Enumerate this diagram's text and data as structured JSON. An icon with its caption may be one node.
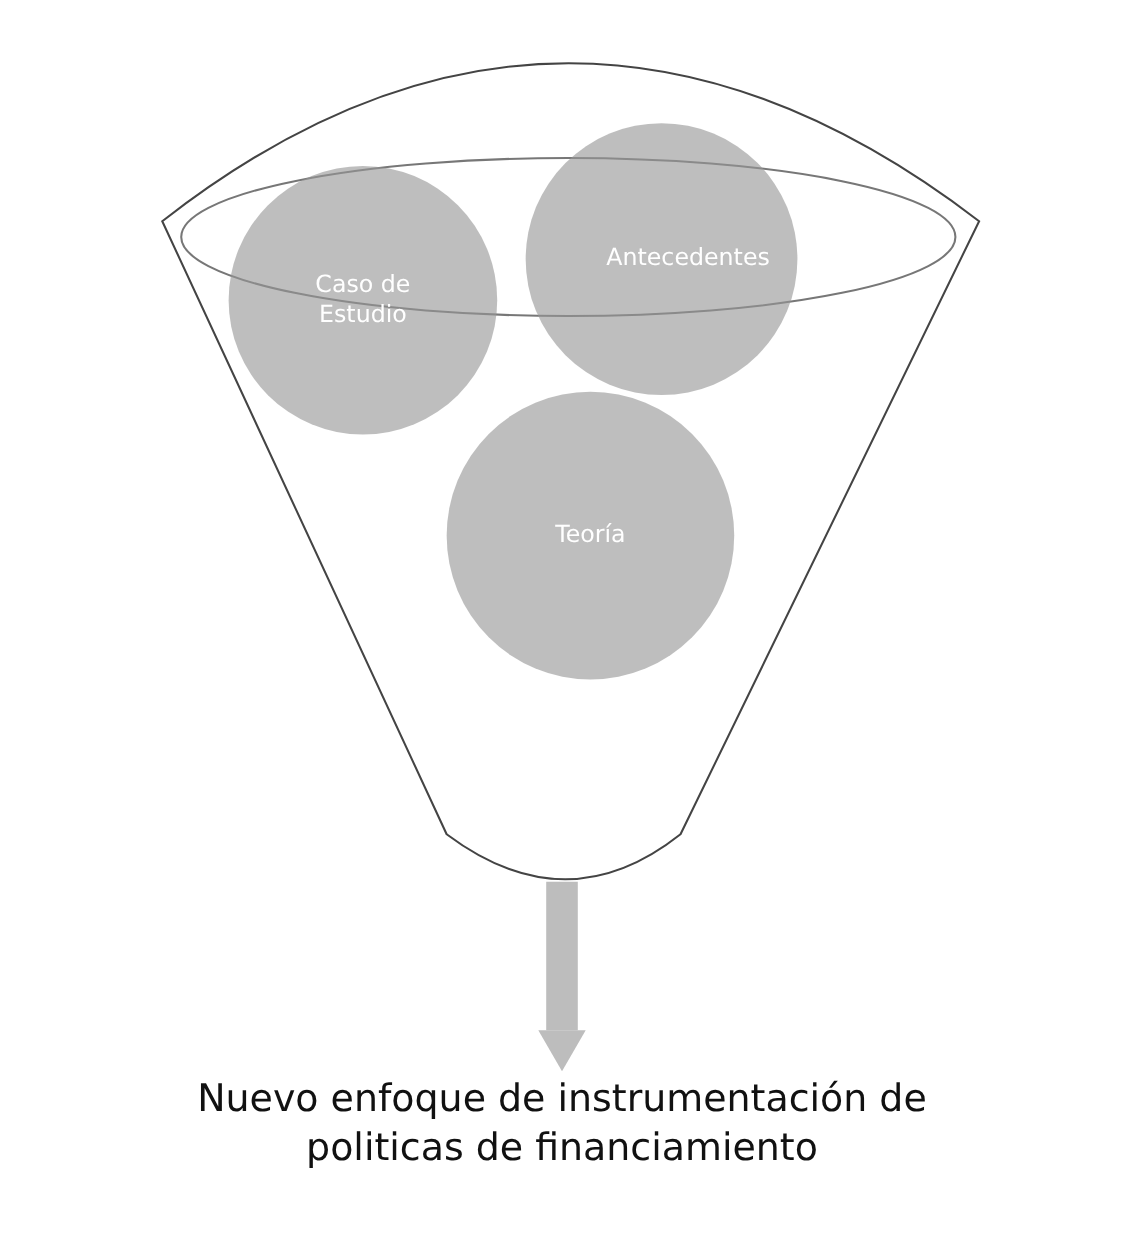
{
  "diagram": {
    "nodes": [
      {
        "text": [],
        "shape": "funnel"
      },
      {
        "text": [
          "Caso de Estudio"
        ],
        "in": 0
      },
      {
        "text": [
          "Antecedentes"
        ],
        "in": 0
      },
      {
        "text": [
          "Teoría"
        ],
        "in": 0
      },
      {
        "text": [
          "Nuevo enfoque de instrumentación de politicas de financiamiento"
        ]
      }
    ],
    "edges": [
      {
        "from": 0,
        "to": 4,
        "arrow": "to"
      }
    ]
  }
}
